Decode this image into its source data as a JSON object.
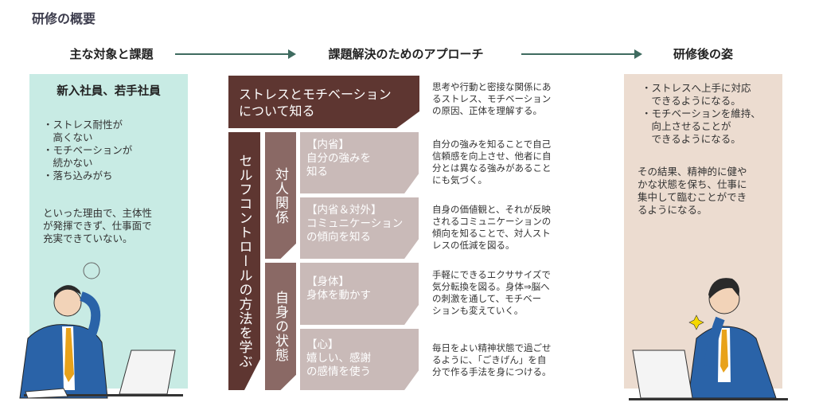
{
  "title": "研修の概要",
  "headers": {
    "target": "主な対象と課題",
    "approach": "課題解決のためのアプローチ",
    "after": "研修後の姿"
  },
  "left_panel": {
    "heading": "新入社員、若手社員",
    "bullets": "・ストレス耐性が\n　高くない\n・モチベーションが\n　続かない\n・落ち込みがち",
    "summary": "といった理由で、主体性\nが発揮できず、仕事面で\n充実できていない。"
  },
  "approach": {
    "top_box": "ストレスとモチベーション\nについて知る",
    "top_desc": "思考や行動と密接な関係にあ\nるストレス、モチベーション\nの原因、正体を理解する。",
    "main_vertical": "セルフコントロールの方法を学ぶ",
    "groups": [
      {
        "label": "対人関係",
        "items": [
          {
            "box": "【内省】\n自分の強みを\n知る",
            "desc": "自分の強みを知ることで自己\n信頼感を向上させ、他者に自\n分とは異なる強みがあること\nにも気づく。"
          },
          {
            "box": "【内省＆対外】\nコミュニケーション\nの傾向を知る",
            "desc": "自身の価値観と、それが反映\nされるコミュニケーションの\n傾向を知ることで、対人スト\nレスの低減を図る。"
          }
        ]
      },
      {
        "label": "自身の状態",
        "items": [
          {
            "box": "【身体】\n身体を動かす",
            "desc": "手軽にできるエクササイズで\n気分転換を図る。身体⇒脳へ\nの刺激を通して、モチベー\nションも変えていく。"
          },
          {
            "box": "【心】\n嬉しい、感謝\nの感情を使う",
            "desc": "毎日をよい精神状態で過ごせ\nるように、「ごきげん」を自\n分で作る手法を身につける。"
          }
        ]
      }
    ]
  },
  "right_panel": {
    "bullets": "・ストレスへ上手に対応\n　できるようになる。\n・モチベーションを維持、\n　向上させることが\n　できるようになる。",
    "summary": "その結果、精神的に健や\nかな状態を保ち、仕事に\n集中して臨むことができ\nるようになる。"
  },
  "colors": {
    "dark": "#5e3631",
    "mid": "#8a6965",
    "light": "#c9bab8",
    "mint": "#c8ebe4",
    "beige": "#ecdcd0",
    "arrow": "#3f6b60"
  }
}
